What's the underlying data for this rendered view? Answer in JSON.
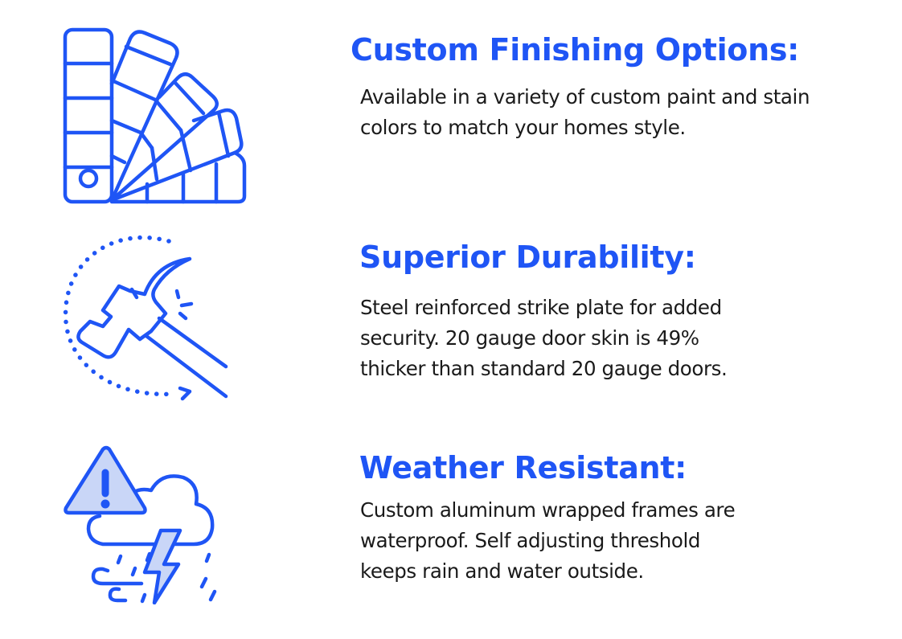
{
  "theme": {
    "accent": "#1f55f5",
    "icon_fill": "#c9d6f7",
    "text": "#1a1a1a",
    "background": "#ffffff"
  },
  "features": [
    {
      "icon": "color-swatch-fan-icon",
      "title": "Custom Finishing Options:",
      "description_lines": [
        "Available in a variety of custom paint and stain",
        "colors to match your homes style."
      ]
    },
    {
      "icon": "hammer-impact-icon",
      "title": "Superior Durability:",
      "description_lines": [
        "Steel reinforced strike plate for added",
        "security. 20 gauge door skin is 49%",
        "thicker than standard 20 gauge doors."
      ]
    },
    {
      "icon": "storm-warning-icon",
      "title": "Weather Resistant:",
      "description_lines": [
        "Custom aluminum wrapped frames are",
        "waterproof. Self adjusting threshold",
        "keeps rain and water outside."
      ]
    }
  ]
}
